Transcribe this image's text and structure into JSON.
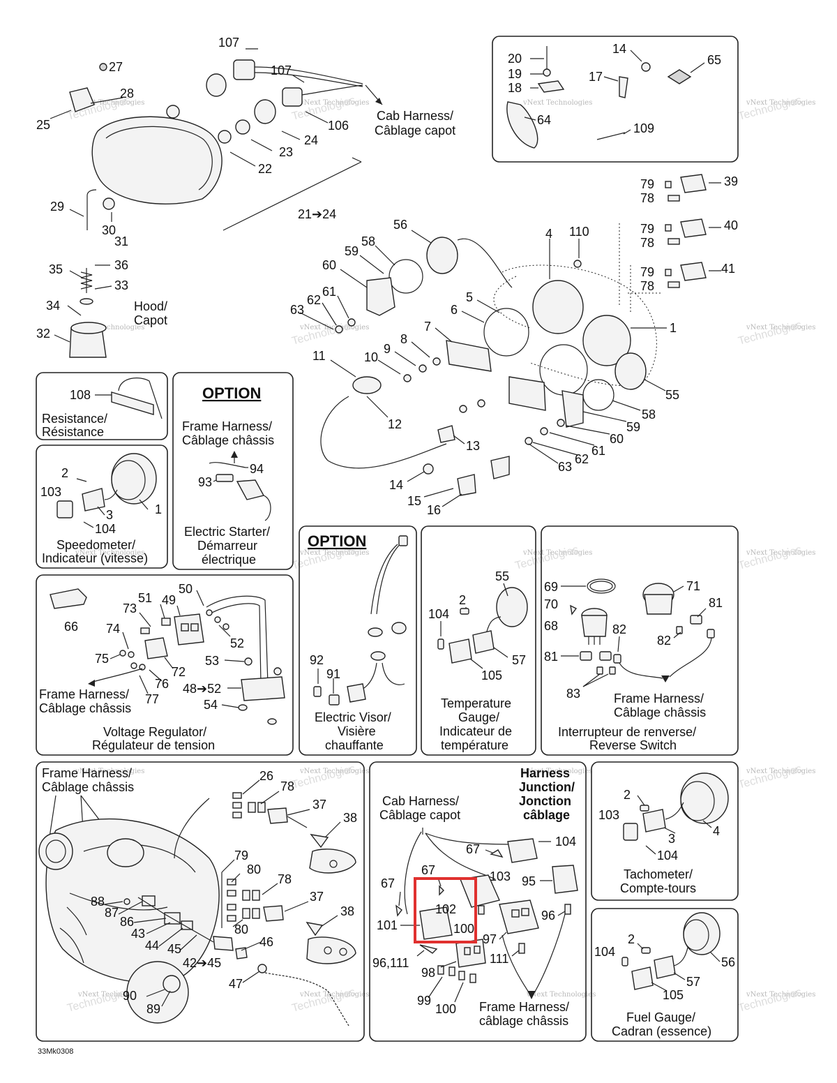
{
  "drawing_code": "33Mk0308",
  "watermark": {
    "line1": "vNext Technologies",
    "line2": "Technologies"
  },
  "top": {
    "callouts": {
      "c107a": "107",
      "c107b": "107",
      "c27": "27",
      "c28": "28",
      "c25": "25",
      "c106": "106",
      "c24": "24",
      "c23": "23",
      "c22": "22",
      "c29": "29",
      "c30": "30",
      "c31": "31",
      "c35": "35",
      "c36": "36",
      "c33": "33",
      "c34": "34",
      "c32": "32",
      "c2124": "21➔24"
    },
    "cab_harness": [
      "Cab Harness/",
      "Câblage capot"
    ],
    "hood": [
      "Hood/",
      "Capot"
    ]
  },
  "hardware": {
    "c20": "20",
    "c19": "19",
    "c18": "18",
    "c14": "14",
    "c17": "17",
    "c65": "65",
    "c64": "64",
    "c109": "109"
  },
  "switches": {
    "c79a": "79",
    "c78a": "78",
    "c39": "39",
    "c79b": "79",
    "c78b": "78",
    "c40": "40",
    "c79c": "79",
    "c78c": "78",
    "c41": "41"
  },
  "cluster": {
    "callouts": {
      "c56": "56",
      "c58a": "58",
      "c59a": "59",
      "c60a": "60",
      "c61a": "61",
      "c62a": "62",
      "c63a": "63",
      "c4": "4",
      "c110": "110",
      "c5": "5",
      "c6": "6",
      "c1": "1",
      "c7": "7",
      "c8": "8",
      "c9": "9",
      "c10": "10",
      "c11": "11",
      "c12": "12",
      "c55": "55",
      "c58b": "58",
      "c59b": "59",
      "c60b": "60",
      "c61b": "61",
      "c62b": "62",
      "c63b": "63",
      "c13": "13",
      "c14": "14",
      "c15": "15",
      "c16": "16"
    }
  },
  "resistance": {
    "c108": "108",
    "caption": [
      "Resistance/",
      "Résistance"
    ]
  },
  "option_starter": {
    "option_label": "OPTION",
    "top_caption": [
      "Frame Harness/",
      "Câblage châssis"
    ],
    "c94": "94",
    "c93": "93",
    "caption": [
      "Electric Starter/",
      "Démarreur",
      "électrique"
    ]
  },
  "speedometer": {
    "c2": "2",
    "c103": "103",
    "c3": "3",
    "c1": "1",
    "c104": "104",
    "caption": [
      "Speedometer/",
      "Indicateur (vitesse)"
    ]
  },
  "voltage_regulator": {
    "callouts": {
      "c66": "66",
      "c50": "50",
      "c51": "51",
      "c49": "49",
      "c73": "73",
      "c74": "74",
      "c52": "52",
      "c75": "75",
      "c76": "76",
      "c72": "72",
      "c53": "53",
      "c77": "77",
      "c4852": "48➔52",
      "c54": "54"
    },
    "frame": [
      "Frame Harness/",
      "Câblage châssis"
    ],
    "caption": [
      "Voltage Regulator/",
      "Régulateur de tension"
    ]
  },
  "option_visor": {
    "option_label": "OPTION",
    "c92": "92",
    "c91": "91",
    "caption": [
      "Electric Visor/",
      "Visière",
      "chauffante"
    ]
  },
  "temperature": {
    "c55": "55",
    "c2": "2",
    "c104": "104",
    "c57": "57",
    "c105": "105",
    "caption": [
      "Temperature",
      "Gauge/",
      "Indicateur de",
      "température"
    ]
  },
  "reverse_switch": {
    "callouts": {
      "c69": "69",
      "c71": "71",
      "c70": "70",
      "c81a": "81",
      "c68": "68",
      "c82a": "82",
      "c82b": "82",
      "c81b": "81",
      "c83": "83"
    },
    "frame": [
      "Frame Harness/",
      "Câblage châssis"
    ],
    "caption": [
      "Interrupteur de renverse/",
      "Reverse Switch"
    ]
  },
  "frame_harness_panel": {
    "title": [
      "Frame Harness/",
      "Câblage châssis"
    ],
    "callouts": {
      "c26": "26",
      "c78a": "78",
      "c37a": "37",
      "c38a": "38",
      "c79": "79",
      "c80a": "80",
      "c78b": "78",
      "c37b": "37",
      "c88": "88",
      "c87": "87",
      "c86": "86",
      "c80b": "80",
      "c38b": "38",
      "c43": "43",
      "c44": "44",
      "c45": "45",
      "c46": "46",
      "c4245": "42➔45",
      "c47": "47",
      "c90": "90",
      "c89": "89"
    }
  },
  "harness_junction": {
    "title": [
      "Harness",
      "Junction/",
      "Jonction",
      "câblage"
    ],
    "cab": [
      "Cab Harness/",
      "Câblage capot"
    ],
    "frame": [
      "Frame Harness/",
      "câblage châssis"
    ],
    "callouts": {
      "c104": "104",
      "c67a": "67",
      "c67b": "67",
      "c103": "103",
      "c95": "95",
      "c67c": "67",
      "c102": "102",
      "c101": "101",
      "c100a": "100",
      "c97": "97",
      "c96": "96",
      "c96111": "96,111",
      "c98": "98",
      "c111": "111",
      "c99": "99",
      "c100b": "100"
    }
  },
  "tachometer": {
    "c2": "2",
    "c103": "103",
    "c4": "4",
    "c3": "3",
    "c104": "104",
    "caption": [
      "Tachometer/",
      "Compte-tours"
    ]
  },
  "fuel_gauge": {
    "c2": "2",
    "c104": "104",
    "c56": "56",
    "c57": "57",
    "c105": "105",
    "caption": [
      "Fuel Gauge/",
      "Cadran (essence)"
    ]
  },
  "highlight_color": "#e0312f"
}
